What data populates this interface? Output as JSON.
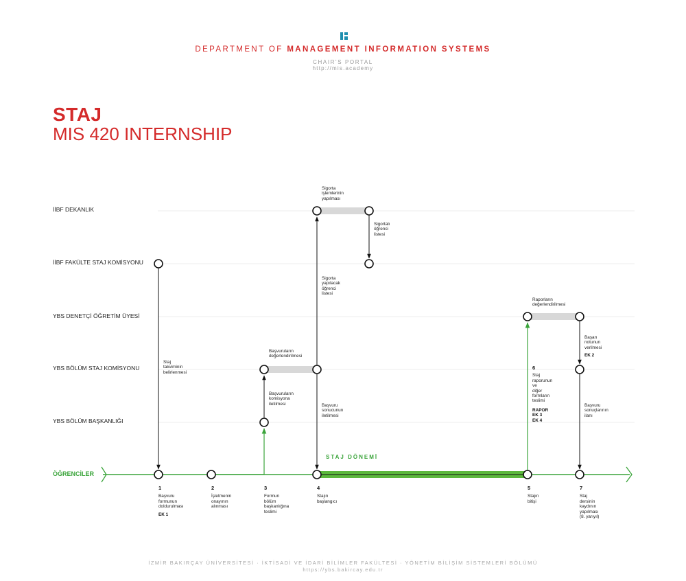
{
  "header": {
    "dept_prefix": "DEPARTMENT OF",
    "dept_name": "MANAGEMENT INFORMATION SYSTEMS",
    "portal": "CHAIR'S PORTAL",
    "url": "http://mis.academy"
  },
  "title": {
    "line1": "STAJ",
    "line2": "MIS 420 INTERNSHIP"
  },
  "lanes": {
    "dekanlik": "İİBF DEKANLIK",
    "fakulte_komisyon": "İİBF FAKÜLTE STAJ KOMİSYONU",
    "denetci": "YBS DENETÇİ ÖĞRETİM ÜYESİ",
    "bolum_komisyon": "YBS BÖLÜM STAJ KOMİSYONU",
    "baskanlik": "YBS BÖLÜM BAŞKANLIĞI",
    "ogrenciler": "ÖĞRENCİLER"
  },
  "steps": [
    {
      "num": "1",
      "text": [
        "Başvuru",
        "formunun",
        "doldurulması"
      ],
      "extra": [
        "EK 1"
      ]
    },
    {
      "num": "2",
      "text": [
        "İşletmenin",
        "onayının",
        "alınması"
      ],
      "extra": []
    },
    {
      "num": "3",
      "text": [
        "Formun",
        "bölüm",
        "başkanlığına",
        "teslimi"
      ],
      "extra": []
    },
    {
      "num": "4",
      "text": [
        "Stajın",
        "başlangıcı"
      ],
      "extra": []
    },
    {
      "num": "5",
      "text": [
        "Stajın",
        "bitişi"
      ],
      "extra": []
    },
    {
      "num": "7",
      "text": [
        "Staj",
        "dersinin",
        "kaydının",
        "yapılması",
        "(8. yarıyıl)"
      ],
      "extra": []
    }
  ],
  "step6": {
    "num": "6",
    "text": [
      "Staj",
      "raporunun",
      "ve",
      "diğer",
      "formların",
      "teslimi"
    ],
    "extra": [
      "RAPOR",
      "EK 3",
      "EK 4"
    ]
  },
  "annotations": {
    "takvim": [
      "Staj",
      "takviminin",
      "belirlenmesi"
    ],
    "komisyona": [
      "Başvuruların",
      "komisyona",
      "iletilmesi"
    ],
    "degerlendirilmesi": [
      "Başvuruların",
      "değerlendirilmesi"
    ],
    "sonuc": [
      "Başvuru",
      "sonucunun",
      "iletilmesi"
    ],
    "sigorta_yapilacak": [
      "Sigorta",
      "yapılacak",
      "öğrenci",
      "listesi"
    ],
    "sigorta_islemleri": [
      "Sigorta",
      "işlemlerinin",
      "yapılması"
    ],
    "sigortali": [
      "Sigortalı",
      "öğrenci",
      "listesi"
    ],
    "raporlar": [
      "Raporların",
      "değerlendirilmesi"
    ],
    "basari": [
      "Başarı",
      "notunun",
      "verilmesi"
    ],
    "basari_extra": [
      "EK 2"
    ],
    "sonuclar": [
      "Başvuru",
      "sonuçlarının",
      "ilanı"
    ]
  },
  "period_label": "STAJ DÖNEMİ",
  "footer": {
    "line1": "İZMİR BAKIRÇAY ÜNİVERSİTESİ · İKTİSADİ VE İDARİ BİLİMLER FAKÜLTESİ · YÖNETİM BİLİŞİM SİSTEMLERİ BÖLÜMÜ",
    "line2": "https://ybs.bakircay.edu.tr"
  },
  "colors": {
    "accent_red": "#d42a2a",
    "green": "#3aa43a",
    "period_fill": "#5cb83c",
    "connector_grey": "#d8d8d8"
  }
}
